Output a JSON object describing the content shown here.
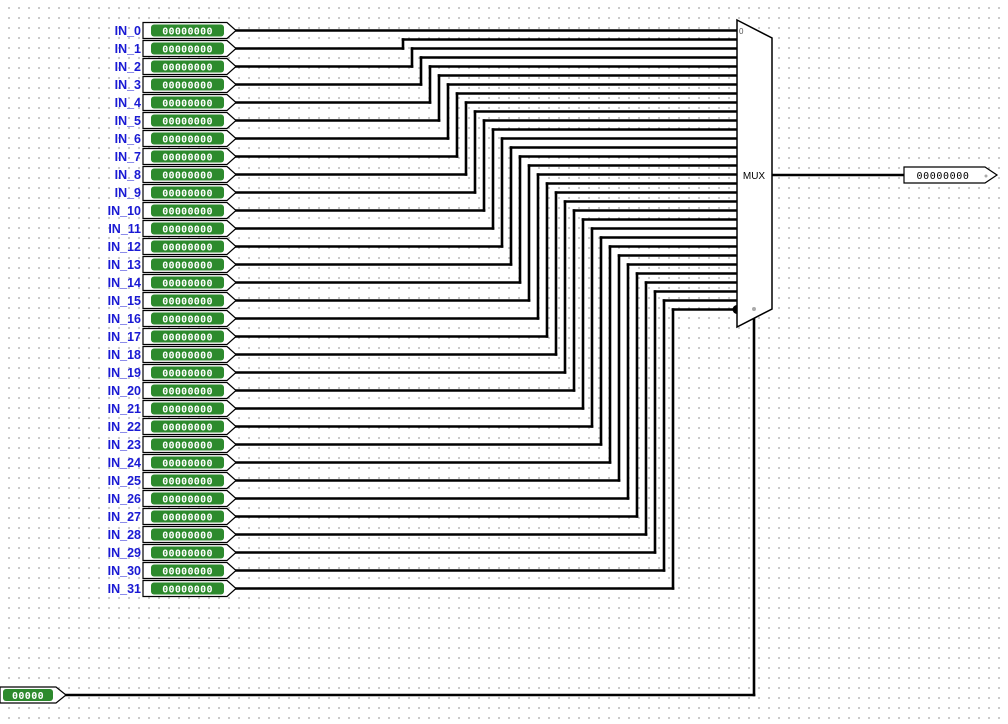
{
  "circuit": {
    "input_pins": [
      {
        "label": "IN_0",
        "value": "00000000"
      },
      {
        "label": "IN_1",
        "value": "00000000"
      },
      {
        "label": "IN_2",
        "value": "00000000"
      },
      {
        "label": "IN_3",
        "value": "00000000"
      },
      {
        "label": "IN_4",
        "value": "00000000"
      },
      {
        "label": "IN_5",
        "value": "00000000"
      },
      {
        "label": "IN_6",
        "value": "00000000"
      },
      {
        "label": "IN_7",
        "value": "00000000"
      },
      {
        "label": "IN_8",
        "value": "00000000"
      },
      {
        "label": "IN_9",
        "value": "00000000"
      },
      {
        "label": "IN_10",
        "value": "00000000"
      },
      {
        "label": "IN_11",
        "value": "00000000"
      },
      {
        "label": "IN_12",
        "value": "00000000"
      },
      {
        "label": "IN_13",
        "value": "00000000"
      },
      {
        "label": "IN_14",
        "value": "00000000"
      },
      {
        "label": "IN_15",
        "value": "00000000"
      },
      {
        "label": "IN_16",
        "value": "00000000"
      },
      {
        "label": "IN_17",
        "value": "00000000"
      },
      {
        "label": "IN_18",
        "value": "00000000"
      },
      {
        "label": "IN_19",
        "value": "00000000"
      },
      {
        "label": "IN_20",
        "value": "00000000"
      },
      {
        "label": "IN_21",
        "value": "00000000"
      },
      {
        "label": "IN_22",
        "value": "00000000"
      },
      {
        "label": "IN_23",
        "value": "00000000"
      },
      {
        "label": "IN_24",
        "value": "00000000"
      },
      {
        "label": "IN_25",
        "value": "00000000"
      },
      {
        "label": "IN_26",
        "value": "00000000"
      },
      {
        "label": "IN_27",
        "value": "00000000"
      },
      {
        "label": "IN_28",
        "value": "00000000"
      },
      {
        "label": "IN_29",
        "value": "00000000"
      },
      {
        "label": "IN_30",
        "value": "00000000"
      },
      {
        "label": "IN_31",
        "value": "00000000"
      }
    ],
    "select_pin": {
      "value": "00000"
    },
    "mux": {
      "label": "MUX",
      "first_input_marker": "0"
    },
    "output_pin": {
      "value": "00000000"
    }
  },
  "colors": {
    "wire": "#000000",
    "pin_fill": "#2d8a2d",
    "pin_value_text": "#ffffff",
    "label_text": "#1a1ad4",
    "output_fill": "#ffffff"
  }
}
